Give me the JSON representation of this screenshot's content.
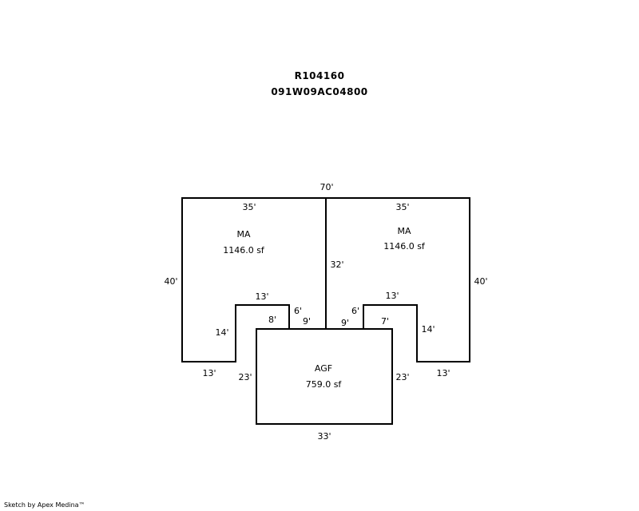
{
  "header": {
    "parcel_id": "R104160",
    "map_number": "091W09AC04800"
  },
  "areas": [
    {
      "code": "MA",
      "area": "1146.0 sf"
    },
    {
      "code": "MA",
      "area": "1146.0 sf"
    },
    {
      "code": "AGF",
      "area": "759.0 sf"
    }
  ],
  "dims": {
    "top_total": "70'",
    "left_top": "35'",
    "right_top": "35'",
    "left_side": "40'",
    "right_side": "40'",
    "center_line": "32'",
    "left_step_top": "13'",
    "left_step_side": "6'",
    "left_step_inner": "8'",
    "left_step_drop": "14'",
    "left_bottom": "13'",
    "left_gap": "9'",
    "right_step_top": "13'",
    "right_step_side": "6'",
    "right_step_inner": "7'",
    "right_step_drop": "14'",
    "right_bottom": "13'",
    "right_gap": "9'",
    "garage_left": "23'",
    "garage_right": "23'",
    "garage_bottom": "33'"
  },
  "footer": {
    "credit": "Sketch by Apex Medina™"
  }
}
